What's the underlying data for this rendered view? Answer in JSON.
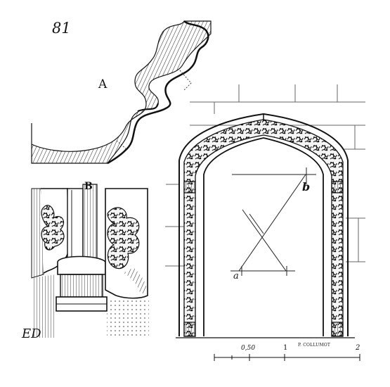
{
  "page_number": "81",
  "figures": {
    "a": {
      "label": "A"
    },
    "b": {
      "label": "B"
    }
  },
  "construction": {
    "point_a": "a",
    "point_b": "b"
  },
  "scale_bar": {
    "label_start": "0,50",
    "label_mid": "1",
    "label_end": "2"
  },
  "engraver": "P. COLLUMOT",
  "monogram": "ED"
}
